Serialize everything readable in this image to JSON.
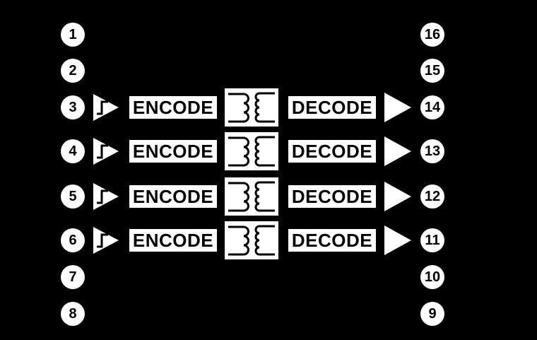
{
  "diagram_title": "quad-channel-digital-isolator-block-diagram",
  "colors": {
    "background": "#000000",
    "shapes": "#ffffff",
    "shape_text": "#000000"
  },
  "pins": {
    "left": [
      "1",
      "2",
      "3",
      "4",
      "5",
      "6",
      "7",
      "8"
    ],
    "right": [
      "16",
      "15",
      "14",
      "13",
      "12",
      "11",
      "10",
      "9"
    ]
  },
  "channels": [
    {
      "input_pin": "3",
      "output_pin": "14",
      "encode_label": "ENCODE",
      "decode_label": "DECODE"
    },
    {
      "input_pin": "4",
      "output_pin": "13",
      "encode_label": "ENCODE",
      "decode_label": "DECODE"
    },
    {
      "input_pin": "5",
      "output_pin": "12",
      "encode_label": "ENCODE",
      "decode_label": "DECODE"
    },
    {
      "input_pin": "6",
      "output_pin": "11",
      "encode_label": "ENCODE",
      "decode_label": "DECODE"
    }
  ],
  "icons": {
    "input_buffer": "schmitt-trigger-buffer-triangle with rising-edge glyph",
    "coupling": "isolation-transformer coils",
    "output_buffer": "buffer-triangle"
  }
}
